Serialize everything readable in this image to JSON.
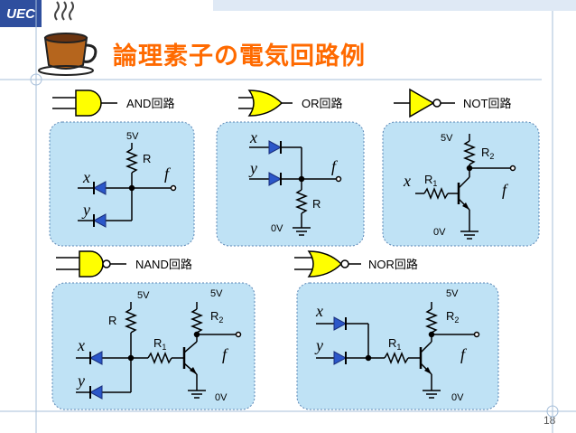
{
  "header": {
    "logo_text": "UEC",
    "title": "論理素子の電気回路例",
    "page_number": "18"
  },
  "icons": {
    "logo": "coffee-cup-icon"
  },
  "colors": {
    "title": "#ff6a00",
    "panel_fill": "#bfe2f5",
    "gate_fill": "#ffff00",
    "diode_fill": "#2b57c9",
    "logo_bg": "#2f4f9e"
  },
  "gates": {
    "and": {
      "label": "AND回路"
    },
    "or": {
      "label": "OR回路"
    },
    "not": {
      "label": "NOT回路"
    },
    "nand": {
      "label": "NAND回路"
    },
    "nor": {
      "label": "NOR回路"
    }
  },
  "and_circuit": {
    "vcc": "5V",
    "resistor": "R",
    "in1": "x",
    "in2": "y",
    "out": "f"
  },
  "or_circuit": {
    "gnd": "0V",
    "resistor": "R",
    "in1": "x",
    "in2": "y",
    "out": "f"
  },
  "not_circuit": {
    "vcc": "5V",
    "gnd": "0V",
    "r_main": "R",
    "r_main_sub": "2",
    "r_base": "R",
    "r_base_sub": "1",
    "in1": "x",
    "out": "f"
  },
  "nand_circuit": {
    "vcc1": "5V",
    "vcc2": "5V",
    "gnd": "0V",
    "resistor": "R",
    "r_main": "R",
    "r_main_sub": "2",
    "r_base": "R",
    "r_base_sub": "1",
    "in1": "x",
    "in2": "y",
    "out": "f"
  },
  "nor_circuit": {
    "vcc": "5V",
    "gnd": "0V",
    "r_main": "R",
    "r_main_sub": "2",
    "r_base": "R",
    "r_base_sub": "1",
    "in1": "x",
    "in2": "y",
    "out": "f"
  }
}
